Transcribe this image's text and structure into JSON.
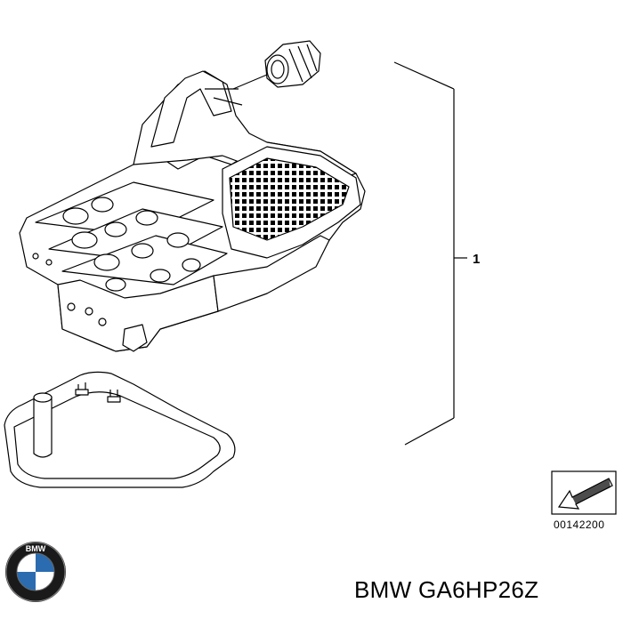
{
  "diagram": {
    "callout_label": "1",
    "diagram_number": "00142200"
  },
  "footer": {
    "brand_logo_text": "BMW",
    "part_code": "BMW GA6HP26Z"
  },
  "icons": {
    "view_arrow": "arrow-down-left-icon",
    "brand_logo": "bmw-roundel-icon"
  }
}
